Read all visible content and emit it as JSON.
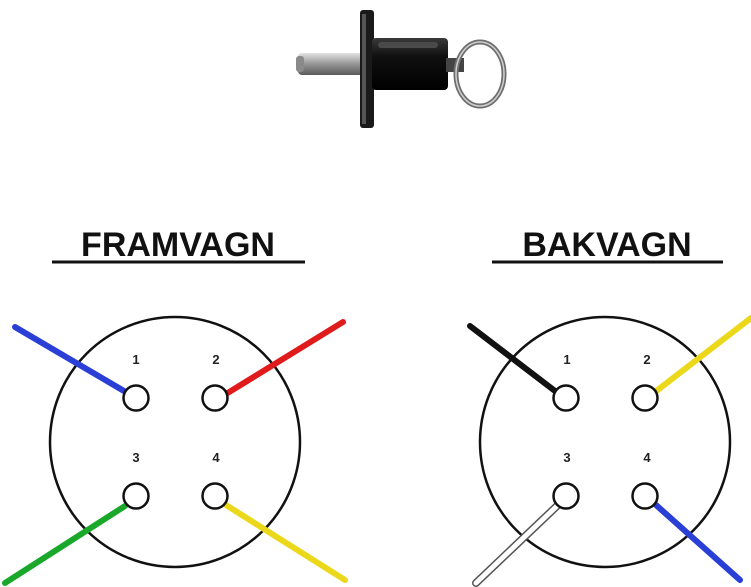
{
  "illustration": {
    "icon": "pull-pin-plunger"
  },
  "connectors": [
    {
      "id": "front",
      "title": "FRAMVAGN",
      "pins": [
        {
          "number": "1",
          "wire_color": "#2a3fd6"
        },
        {
          "number": "2",
          "wire_color": "#e01b1b"
        },
        {
          "number": "3",
          "wire_color": "#19a82a"
        },
        {
          "number": "4",
          "wire_color": "#ecd81a"
        }
      ]
    },
    {
      "id": "rear",
      "title": "BAKVAGN",
      "pins": [
        {
          "number": "1",
          "wire_color": "#111111"
        },
        {
          "number": "2",
          "wire_color": "#ecd81a"
        },
        {
          "number": "3",
          "wire_color": "#ffffff"
        },
        {
          "number": "4",
          "wire_color": "#2a3fd6"
        }
      ]
    }
  ]
}
